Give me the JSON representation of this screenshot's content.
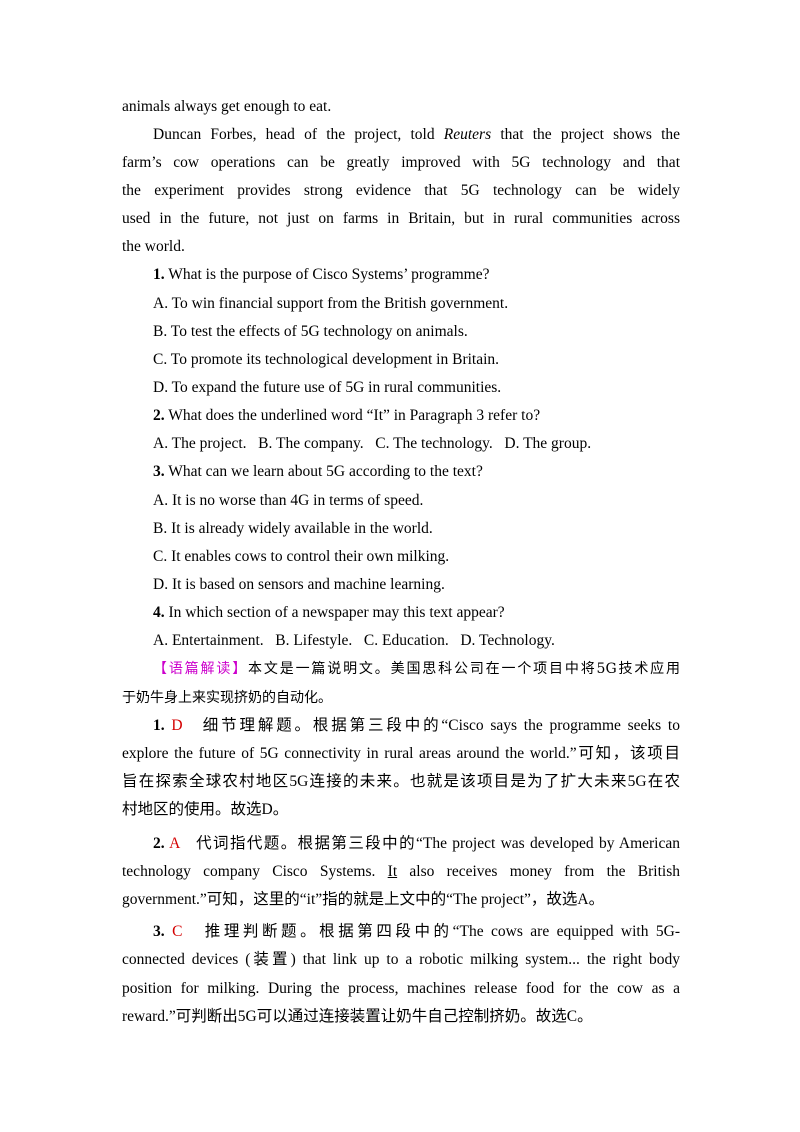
{
  "passage": {
    "p_end": "animals always get enough to eat.",
    "p5_l1_pre": "Duncan Forbes, head of the project, told ",
    "p5_l1_it": "Reuters",
    "p5_l1_post": " that the project shows the",
    "p5_l2": "farm’s cow operations can be greatly improved with 5G technology and that",
    "p5_l3": "the experiment provides strong evidence that 5G technology can be widely",
    "p5_l4": "used in the future, not just on farms in Britain, but in rural communities across",
    "p5_l5": "the world."
  },
  "questions": [
    {
      "num": "1.",
      "text": " What is the purpose of Cisco Systems’ programme?",
      "options": [
        "A. To win financial support from the British government.",
        "B. To test the effects of 5G technology on animals.",
        "C. To promote its technological development in Britain.",
        "D. To expand the future use of 5G in rural communities."
      ]
    },
    {
      "num": "2.",
      "text": " What does the underlined word “It” in Paragraph 3 refer to?",
      "options_line": "A. The project.   B. The company.   C. The technology.   D. The group."
    },
    {
      "num": "3.",
      "text": " What can we learn about 5G according to the text?",
      "options": [
        "A. It is no worse than 4G in terms of speed.",
        "B. It is already widely available in the world.",
        "C. It enables cows to control their own milking.",
        "D. It is based on sensors and machine learning."
      ]
    },
    {
      "num": "4.",
      "text": " In which section of a newspaper may this text appear?",
      "options_line": "A. Entertainment.   B. Lifestyle.   C. Education.   D. Technology."
    }
  ],
  "analysis": {
    "tag": "【语篇解读】",
    "l1": "本文是一篇说明文。美国思科公司在一个项目中将5G技术应用",
    "l2": "于奶牛身上来实现挤奶的自动化。"
  },
  "answers": [
    {
      "num": "1.",
      "letter": "D",
      "lines": [
        "细节理解题。根据第三段中的“Cisco says the programme seeks to",
        "explore the future of 5G connectivity in rural areas around the world.”可知，该项目",
        "旨在探索全球农村地区5G连接的未来。也就是该项目是为了扩大未来5G在农",
        "村地区的使用。故选D。"
      ]
    },
    {
      "num": "2.",
      "letter": "A",
      "l1": "代词指代题。根据第三段中的“The project was developed by American",
      "l2_pre": "technology company Cisco Systems. ",
      "l2_u": "It",
      "l2_post": " also receives money from the British",
      "l3": "government.”可知，这里的“it”指的就是上文中的“The project”，故选A。"
    },
    {
      "num": "3.",
      "letter": "C",
      "lines": [
        "推理判断题。根据第四段中的“The cows are equipped with 5G-",
        "connected devices (装置) that link up to a robotic milking system... the right body",
        "position for milking. During the process, machines release food for the cow as a",
        "reward.”可判断出5G可以通过连接装置让奶牛自己控制挤奶。故选C。"
      ]
    }
  ]
}
